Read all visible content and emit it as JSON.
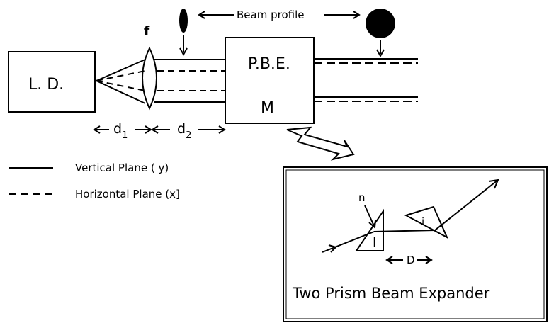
{
  "diagram": {
    "laser_diode_label": "L. D.",
    "lens_label": "f",
    "expander_label_top": "P.B.E.",
    "expander_label_bottom": "M",
    "beam_profile_label": "Beam profile",
    "distance_1_label": "d",
    "distance_1_subscript": "1",
    "distance_2_label": "d",
    "distance_2_subscript": "2",
    "legend": [
      {
        "style": "solid",
        "label": "Vertical Plane ( y)"
      },
      {
        "style": "dashed",
        "label": "Horizontal Plane (x]"
      }
    ],
    "inset": {
      "title": "Two Prism Beam Expander",
      "refractive_index_label": "n",
      "prism_1_label": "l",
      "prism_2_label": "i",
      "separation_label": "D"
    }
  }
}
